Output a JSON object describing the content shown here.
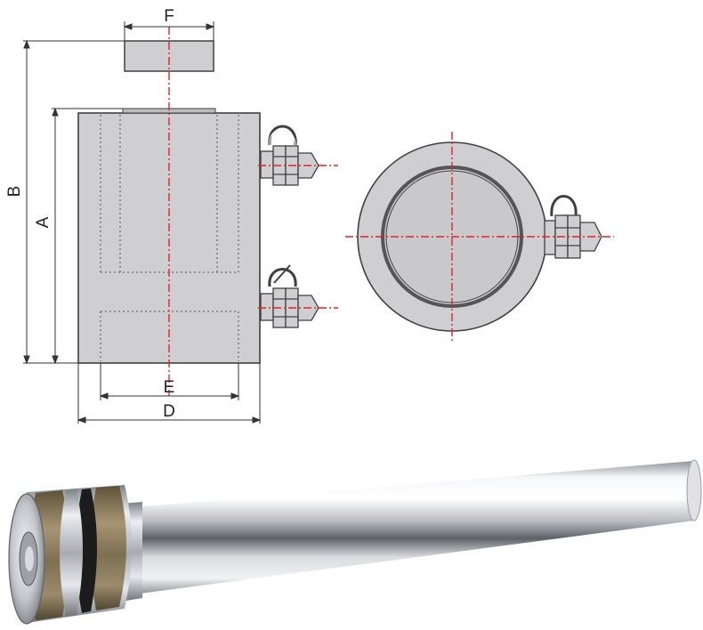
{
  "dimensions": {
    "A": "A",
    "B": "B",
    "D": "D",
    "E": "E",
    "F": "F"
  },
  "colors": {
    "body_fill": "#cfcfd1",
    "outline": "#404040",
    "centerline": "#e0242a",
    "dimension_line": "#333333",
    "hidden_line": "#555555",
    "chrome_light": "#f4f5f7",
    "chrome_dark": "#6b6f76",
    "seal_bronze": "#8a7a5c"
  },
  "icons": {
    "side_view": "cylinder-side-view",
    "top_view": "cylinder-top-view",
    "coupler": "hydraulic-coupler-icon",
    "piston": "piston-rod-photo"
  }
}
